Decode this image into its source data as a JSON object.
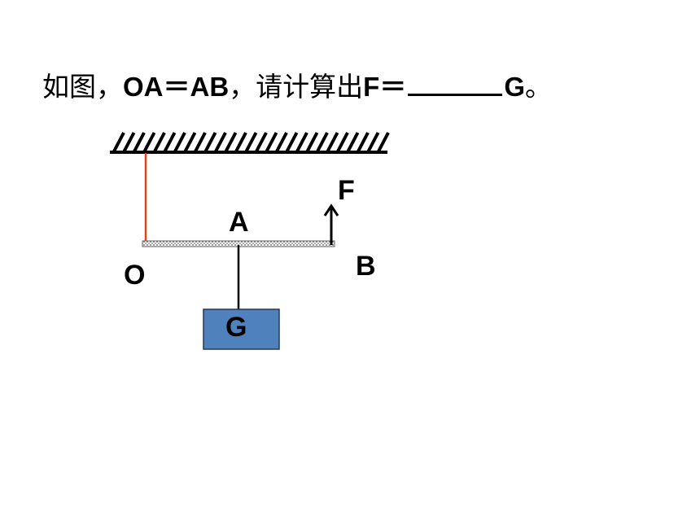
{
  "question": {
    "part1": "如图，",
    "part2": "OA＝AB",
    "part3": "，请计算出",
    "part4": "F＝",
    "part5": "G",
    "part6": "。"
  },
  "labels": {
    "O": "O",
    "A": "A",
    "B": "B",
    "F": "F",
    "G": "G"
  },
  "colors": {
    "string": "#e8401c",
    "weight_fill": "#4f81bd",
    "weight_stroke": "#1f3a5c",
    "text": "#000000"
  }
}
